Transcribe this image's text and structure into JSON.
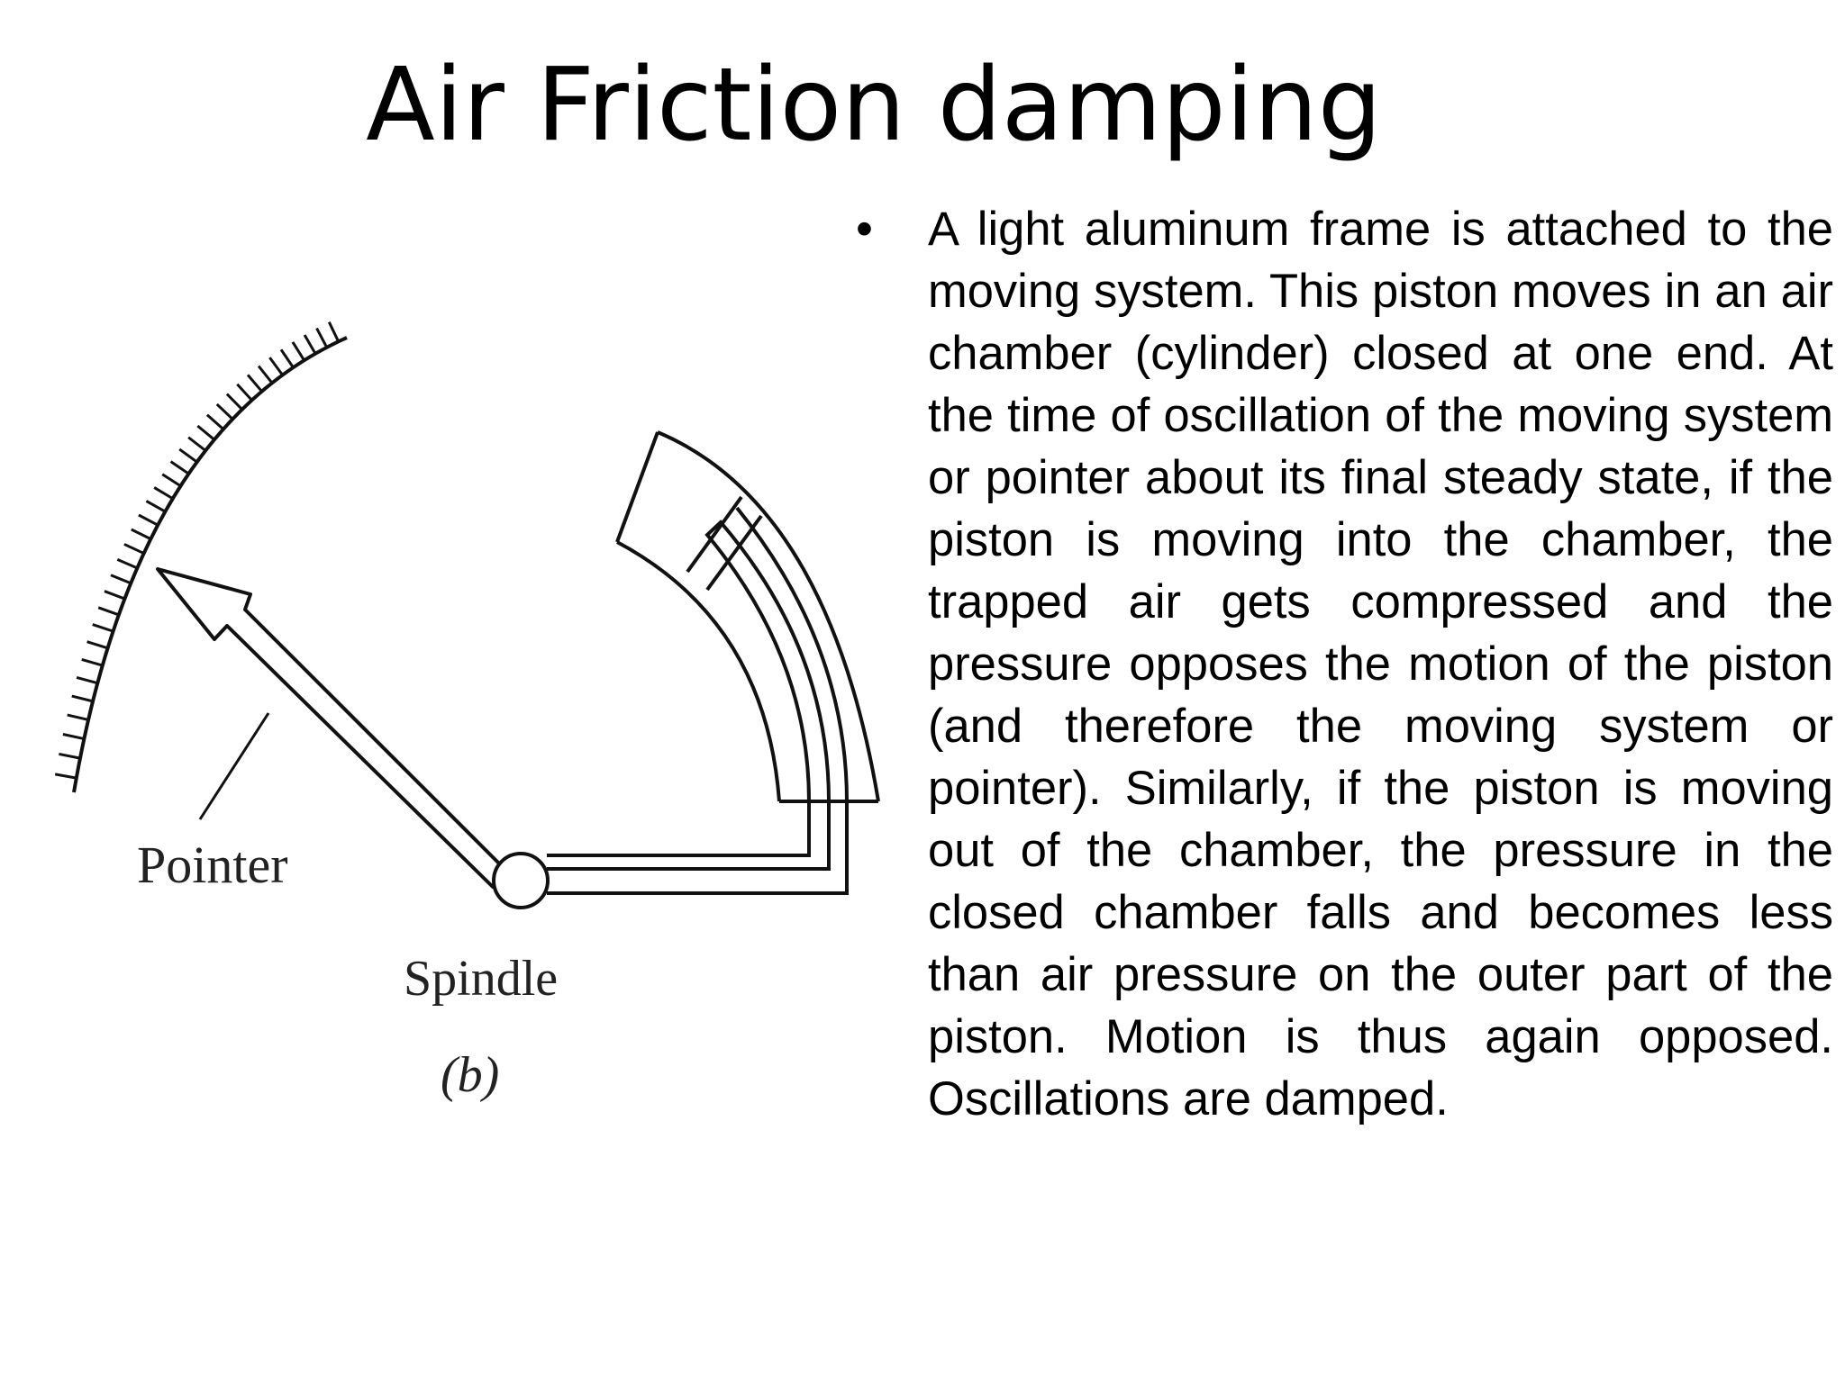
{
  "slide": {
    "title": "Air Friction damping"
  },
  "diagram": {
    "labels": {
      "pointer": "Pointer",
      "spindle": "Spindle",
      "figure": "(b)"
    }
  },
  "content": {
    "bullet_symbol": "•",
    "paragraph": "A light aluminum frame is attached to the moving system. This piston moves in an air chamber (cylinder) closed at one end. At the time of oscillation of the moving system or pointer about its final steady state, if the piston is moving into the chamber, the trapped air gets compressed and the pressure opposes the motion of the piston (and therefore the moving system or pointer). Similarly, if the piston is moving out of the chamber, the pressure in the closed chamber falls and becomes less than air pressure on the outer part of the piston. Motion is thus again opposed. Oscillations are damped."
  }
}
